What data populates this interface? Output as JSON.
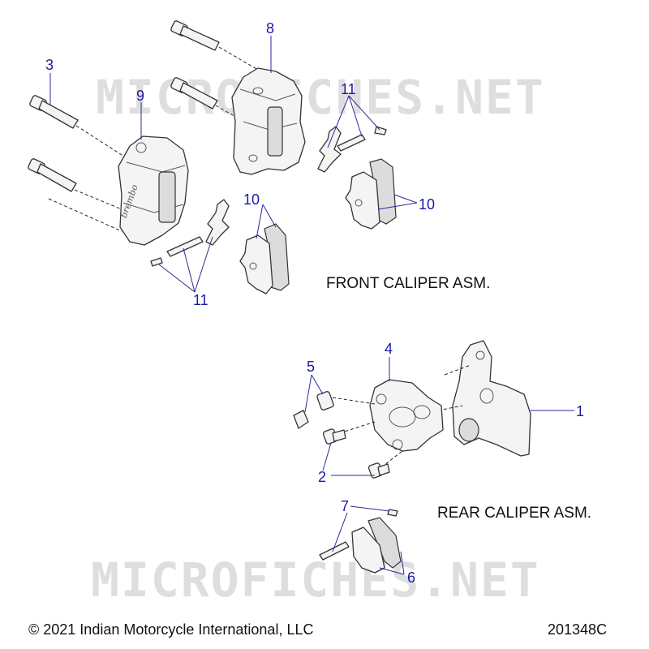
{
  "watermark": "MICROFICHES.NET",
  "assemblies": {
    "front": "FRONT CALIPER ASM.",
    "rear": "REAR CALIPER ASM."
  },
  "callouts": {
    "c1": "1",
    "c2": "2",
    "c3": "3",
    "c4": "4",
    "c5": "5",
    "c6": "6",
    "c7": "7",
    "c8": "8",
    "c9": "9",
    "c10a": "10",
    "c10b": "10",
    "c11a": "11",
    "c11b": "11"
  },
  "footer": {
    "copyright": "© 2021 Indian Motorcycle International, LLC",
    "figure_id": "201348C"
  },
  "colors": {
    "callout": "#1a1aa6",
    "line": "#333333",
    "watermark": "#d4d4d4"
  }
}
